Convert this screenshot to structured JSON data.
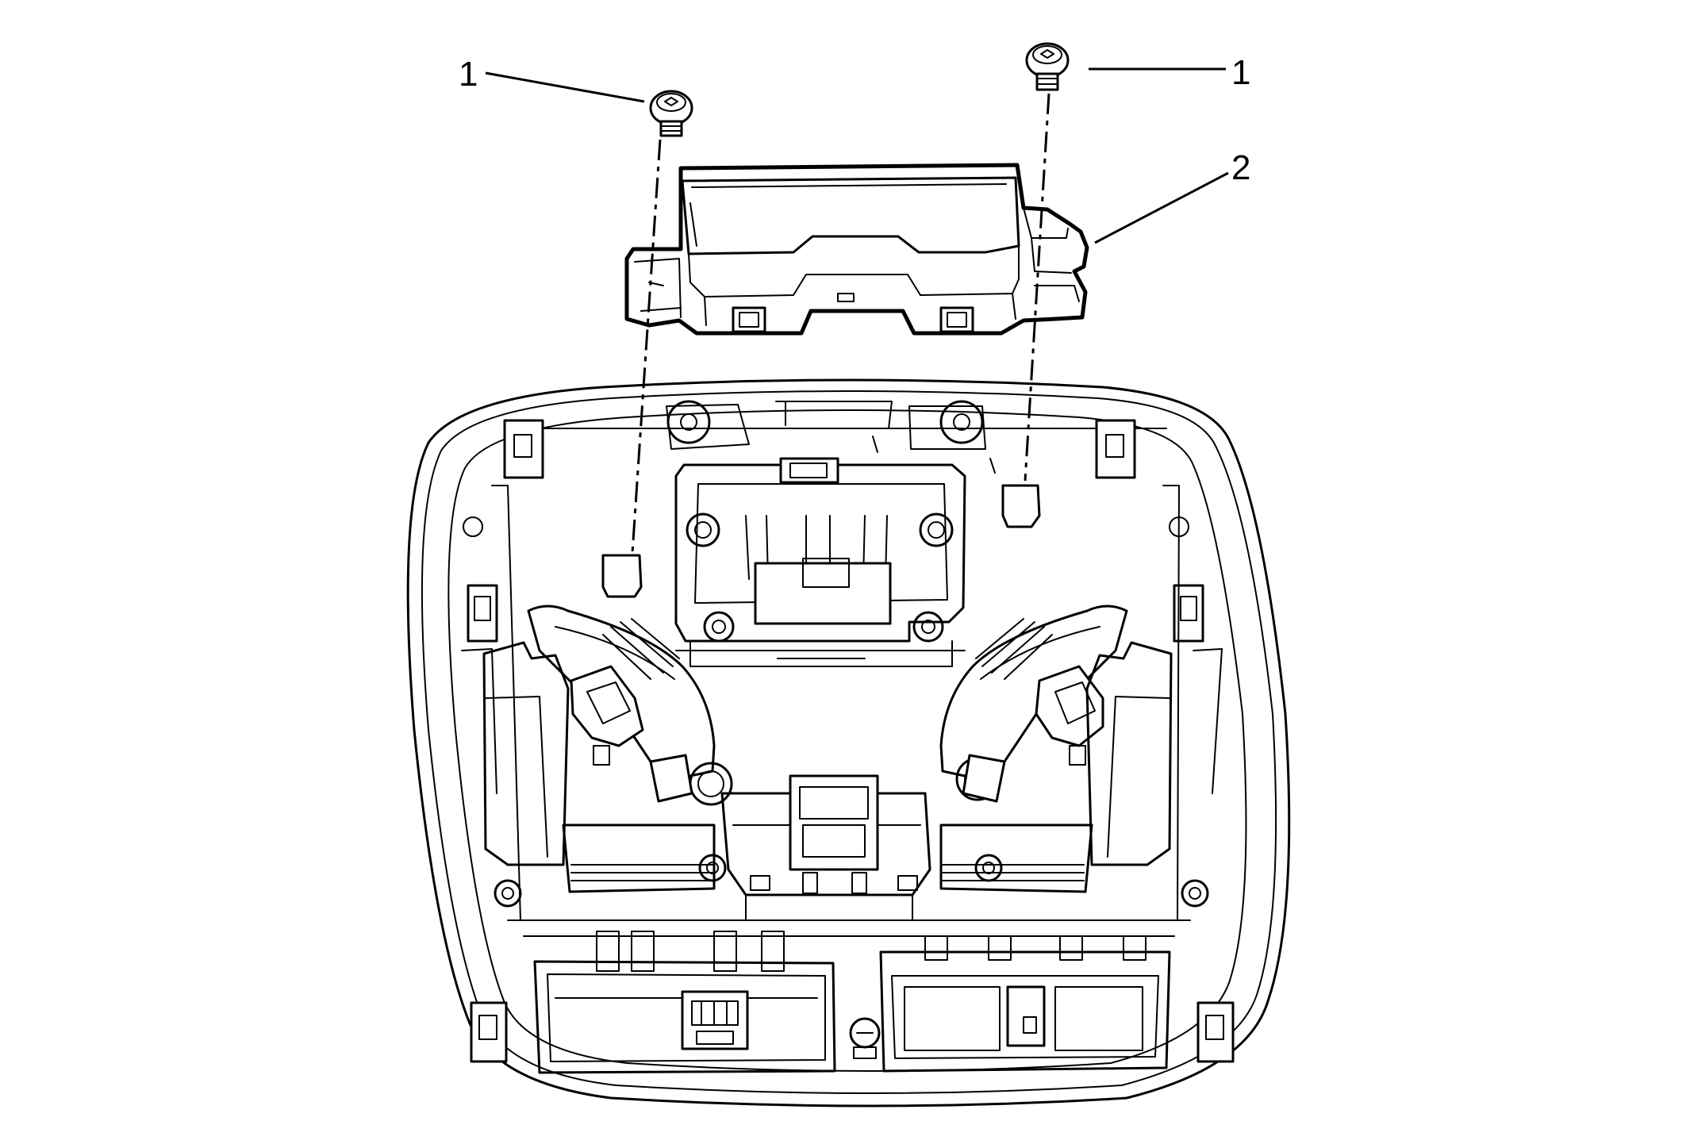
{
  "callouts": [
    {
      "id": "c1a",
      "label": "1"
    },
    {
      "id": "c1b",
      "label": "1"
    },
    {
      "id": "c2",
      "label": "2"
    }
  ]
}
